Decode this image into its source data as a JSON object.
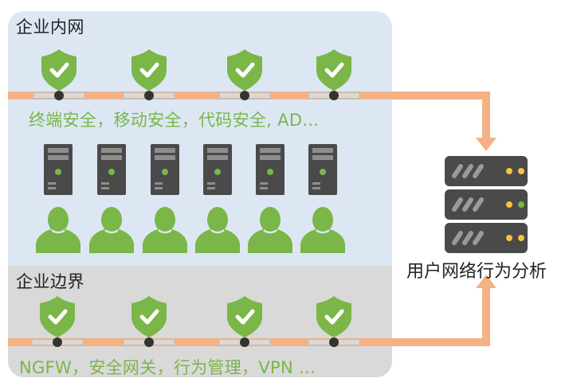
{
  "zones": {
    "internal": {
      "title": "企业内网",
      "caption": "终端安全，移动安全，代码安全, AD…"
    },
    "perimeter": {
      "title": "企业边界",
      "caption": "NGFW，安全网关，行为管理，VPN …"
    }
  },
  "analytics": {
    "label": "用户网络行为分析"
  },
  "icons": {
    "shield": "shield-check-icon",
    "server": "server-tower-icon",
    "user": "user-icon",
    "rack": "server-rack-icon"
  },
  "colors": {
    "green": "#7ab648",
    "orange": "#f4b183",
    "internal_bg": "#dce7f3",
    "perimeter_bg": "#d9d9d9",
    "server_dark": "#4a4a4a"
  }
}
